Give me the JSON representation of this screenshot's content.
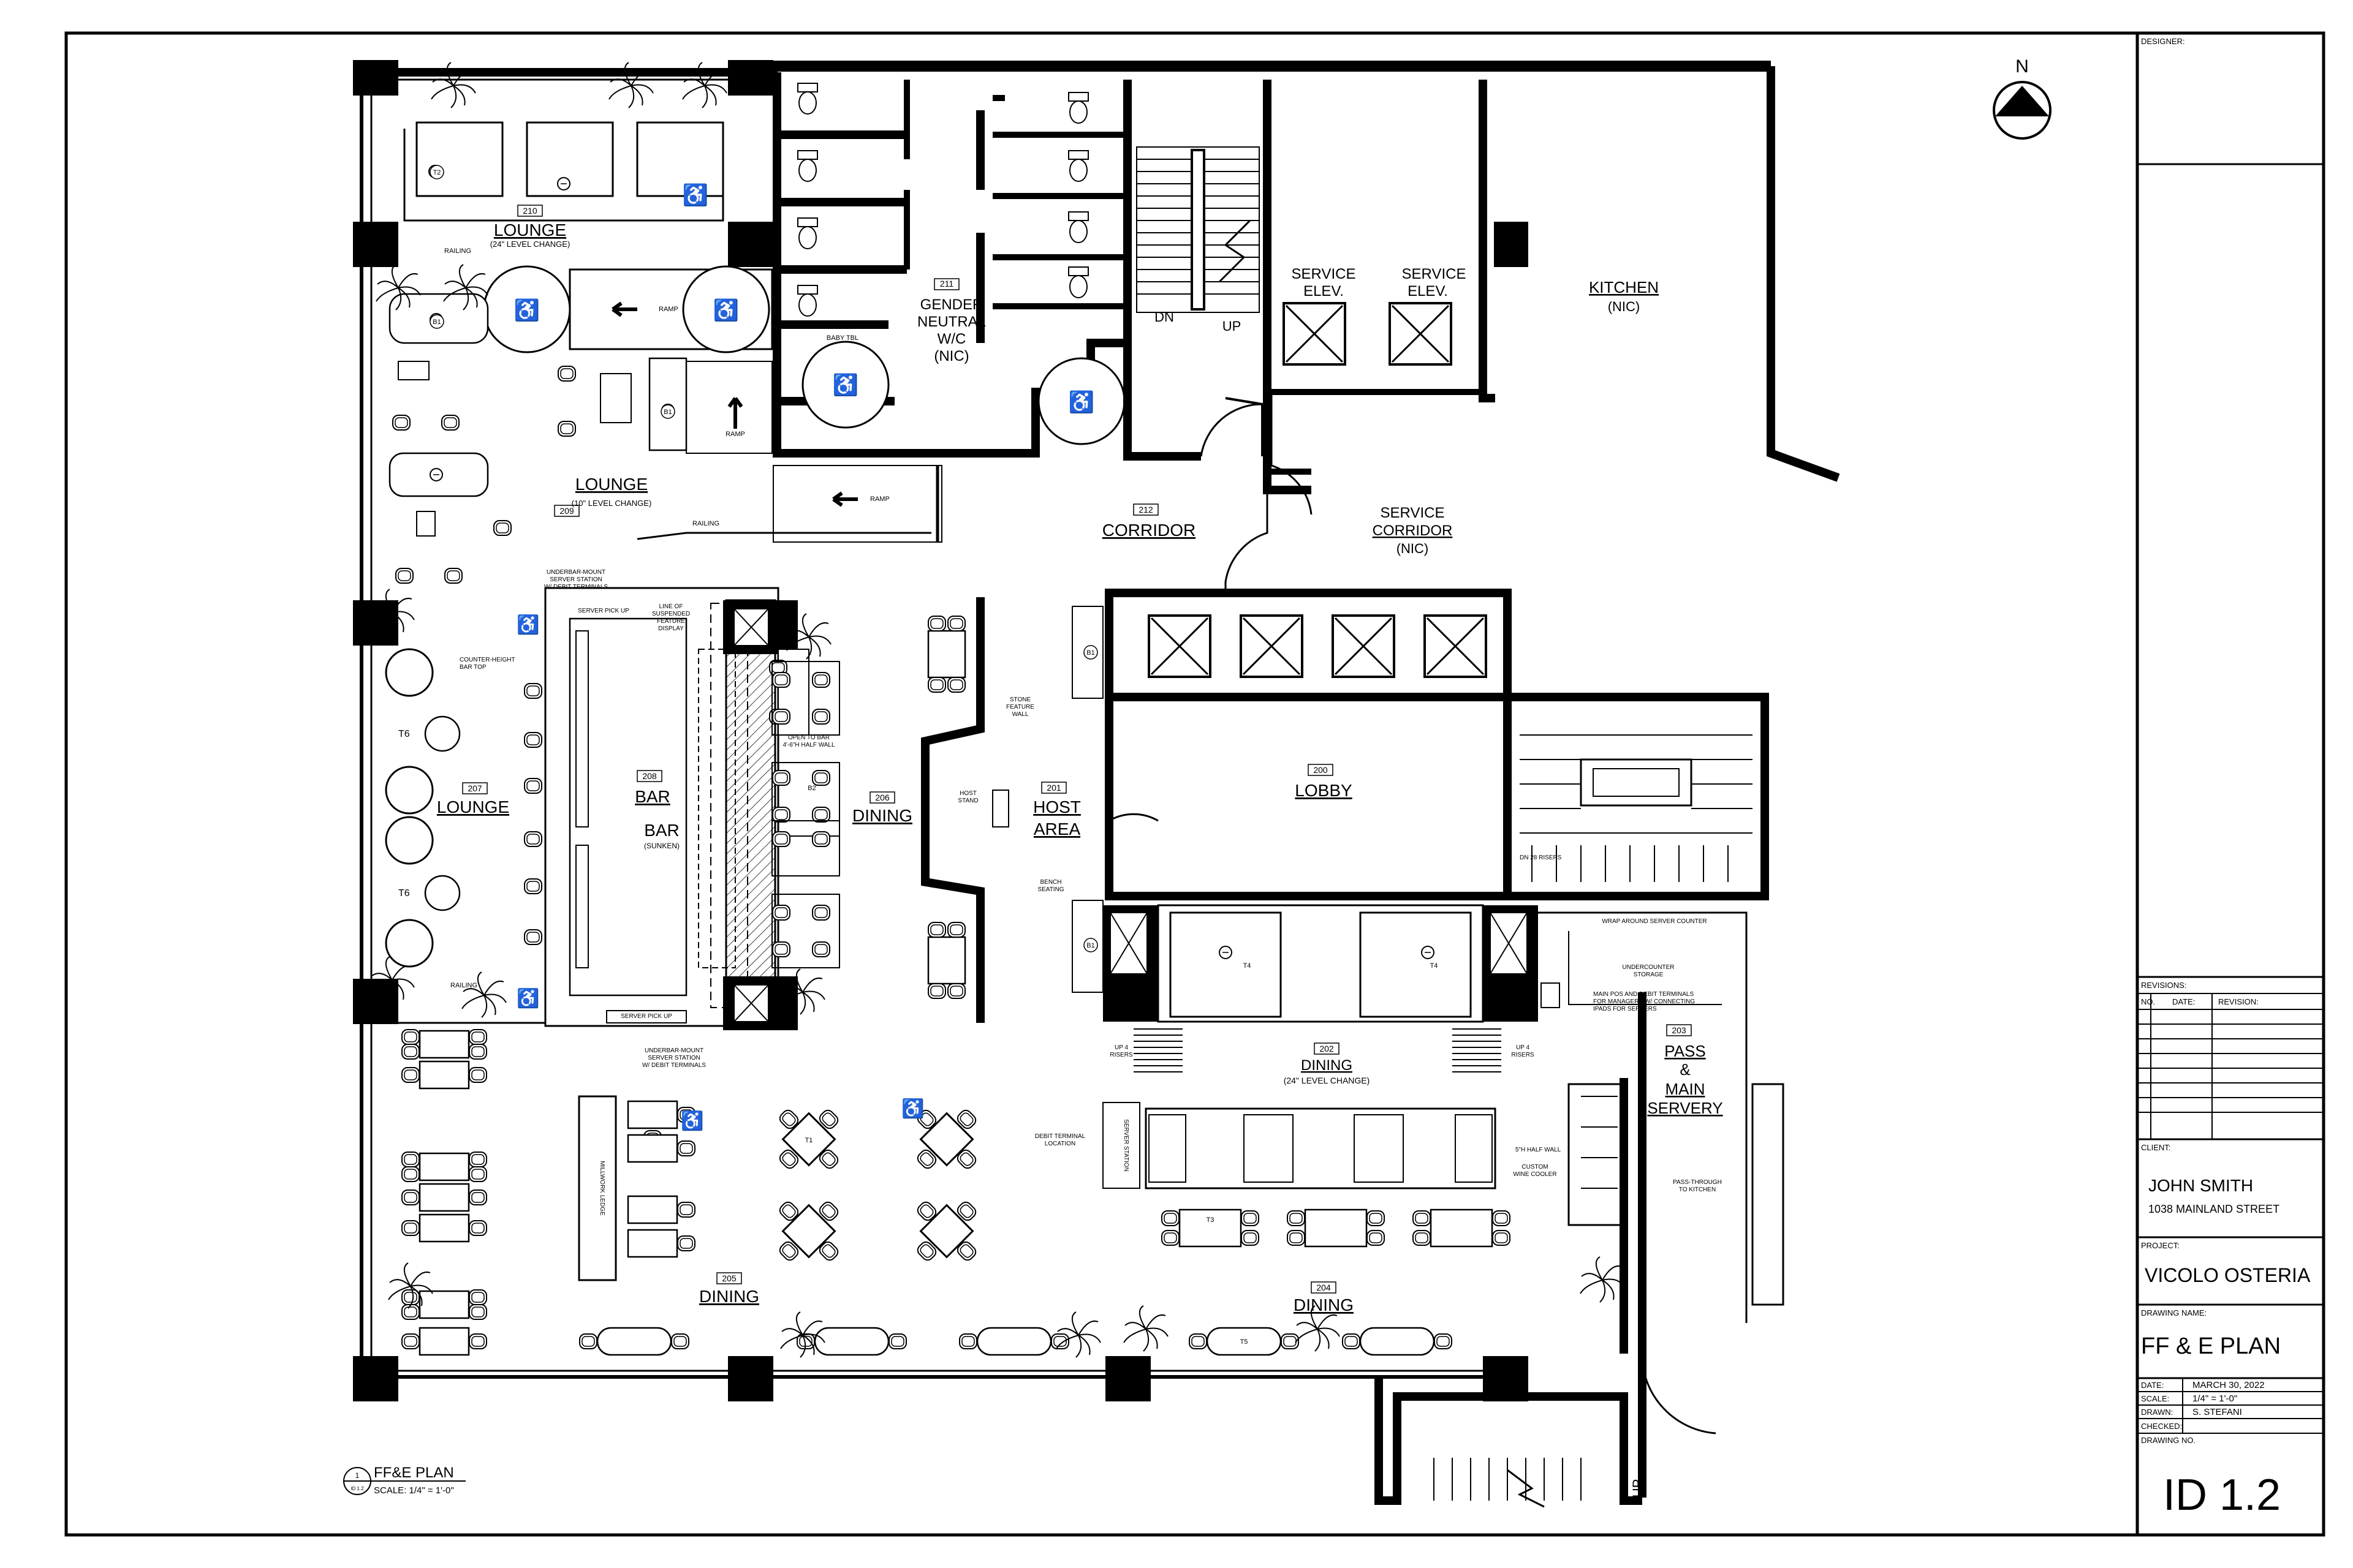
{
  "compass": {
    "north": "N"
  },
  "rooms": {
    "r210": {
      "num": "210",
      "name": "LOUNGE",
      "sub": "(24\" LEVEL CHANGE)"
    },
    "r209": {
      "num": "209",
      "name": "LOUNGE",
      "sub": "(10\" LEVEL CHANGE)"
    },
    "r211": {
      "num": "211",
      "lines": [
        "GENDER",
        "NEUTRAL",
        "W/C",
        "(NIC)"
      ]
    },
    "r207": {
      "num": "207",
      "name": "LOUNGE"
    },
    "r208": {
      "num": "208",
      "name": "BAR"
    },
    "bar_sunken": {
      "name": "BAR",
      "sub": "(SUNKEN)"
    },
    "r206": {
      "num": "206",
      "name": "DINING"
    },
    "r201": {
      "num": "201",
      "lines": [
        "HOST",
        "AREA"
      ]
    },
    "r200": {
      "num": "200",
      "name": "LOBBY"
    },
    "r212": {
      "num": "212",
      "name": "CORRIDOR"
    },
    "service_corridor": {
      "lines": [
        "SERVICE",
        "CORRIDOR",
        "(NIC)"
      ]
    },
    "kitchen": {
      "lines": [
        "KITCHEN",
        "(NIC)"
      ]
    },
    "service_elev_1": {
      "lines": [
        "SERVICE",
        "ELEV."
      ]
    },
    "service_elev_2": {
      "lines": [
        "SERVICE",
        "ELEV."
      ]
    },
    "r202": {
      "num": "202",
      "name": "DINING",
      "sub": "(24\" LEVEL CHANGE)"
    },
    "r203": {
      "num": "203",
      "lines": [
        "PASS",
        "&",
        "MAIN",
        "SERVERY"
      ]
    },
    "r205": {
      "num": "205",
      "name": "DINING"
    },
    "r204": {
      "num": "204",
      "name": "DINING"
    }
  },
  "notes": {
    "railing_1": "RAILING",
    "railing_2": "RAILING",
    "railing_3": "RAILING",
    "ramp_1": "RAMP",
    "ramp_2": "RAMP",
    "ramp_3": "RAMP",
    "baby_tbl": "BABY TBL",
    "dn": "DN",
    "up": "UP",
    "up_bottom": "UP",
    "underbar_top": [
      "UNDERBAR-MOUNT",
      "SERVER STATION",
      "W/ DEBIT TERMINALS"
    ],
    "server_pickup_top": "SERVER PICK UP",
    "line_suspended": [
      "LINE OF",
      "SUSPENDED",
      "FEATURE",
      "DISPLAY"
    ],
    "counter_height": [
      "COUNTER-HEIGHT",
      "BAR TOP"
    ],
    "open_to_bar": [
      "OPEN TO BAR",
      "4'-6\"H HALF WALL"
    ],
    "stone_feature": [
      "STONE",
      "FEATURE",
      "WALL"
    ],
    "host_stand": [
      "HOST",
      "STAND"
    ],
    "bench_seating": [
      "BENCH",
      "SEATING"
    ],
    "server_pickup_bottom": "SERVER PICK UP",
    "underbar_bottom": [
      "UNDERBAR-MOUNT",
      "SERVER STATION",
      "W/ DEBIT TERMINALS"
    ],
    "up4_left": [
      "UP 4",
      "RISERS"
    ],
    "up4_right": [
      "UP 4",
      "RISERS"
    ],
    "wrap_around": "WRAP AROUND SERVER COUNTER",
    "undercounter": [
      "UNDERCOUNTER",
      "STORAGE"
    ],
    "main_pos": [
      "MAIN POS AND DEBIT TERMINALS",
      "FOR MANAGERS W/ CONNECTING",
      "IPADS FOR SERVERS"
    ],
    "debit_terminal": [
      "DEBIT TERMINAL",
      "LOCATION"
    ],
    "server_station": "SERVER STATION",
    "half_wall": "5\"H HALF WALL",
    "custom_wine": [
      "CUSTOM",
      "WINE COOLER"
    ],
    "pass_through": [
      "PASS-THROUGH",
      "TO KITCHEN"
    ],
    "millwork_ledge": "MILLWORK LEDGE",
    "risers": "DN 28 RISERS"
  },
  "tags": {
    "t1": "T1",
    "t2": "T2",
    "t3": "T3",
    "t4": "T4",
    "t5": "T5",
    "t6": "T6",
    "b1": "B1",
    "b2": "B2"
  },
  "drawing_tag": {
    "title": "FF&E PLAN",
    "scale": "SCALE: 1/4\" = 1'-0\"",
    "num_top": "1",
    "num_bottom": "ID 1.2"
  },
  "title_block": {
    "designer_label": "DESIGNER:",
    "revisions_label": "REVISIONS:",
    "rev_headers": [
      "NO.",
      "DATE:",
      "REVISION:"
    ],
    "client_label": "CLIENT:",
    "client_name": "JOHN SMITH",
    "client_address": "1038 MAINLAND STREET",
    "project_label": "PROJECT:",
    "project_name": "VICOLO OSTERIA",
    "drawing_name_label": "DRAWING NAME:",
    "drawing_name": "FF & E PLAN",
    "date_label": "DATE:",
    "date_value": "MARCH 30, 2022",
    "scale_label": "SCALE:",
    "scale_value": "1/4\" = 1'-0\"",
    "drawn_label": "DRAWN:",
    "drawn_value": "S. STEFANI",
    "checked_label": "CHECKED:",
    "drawing_no_label": "DRAWING NO.",
    "drawing_no": "ID 1.2"
  }
}
